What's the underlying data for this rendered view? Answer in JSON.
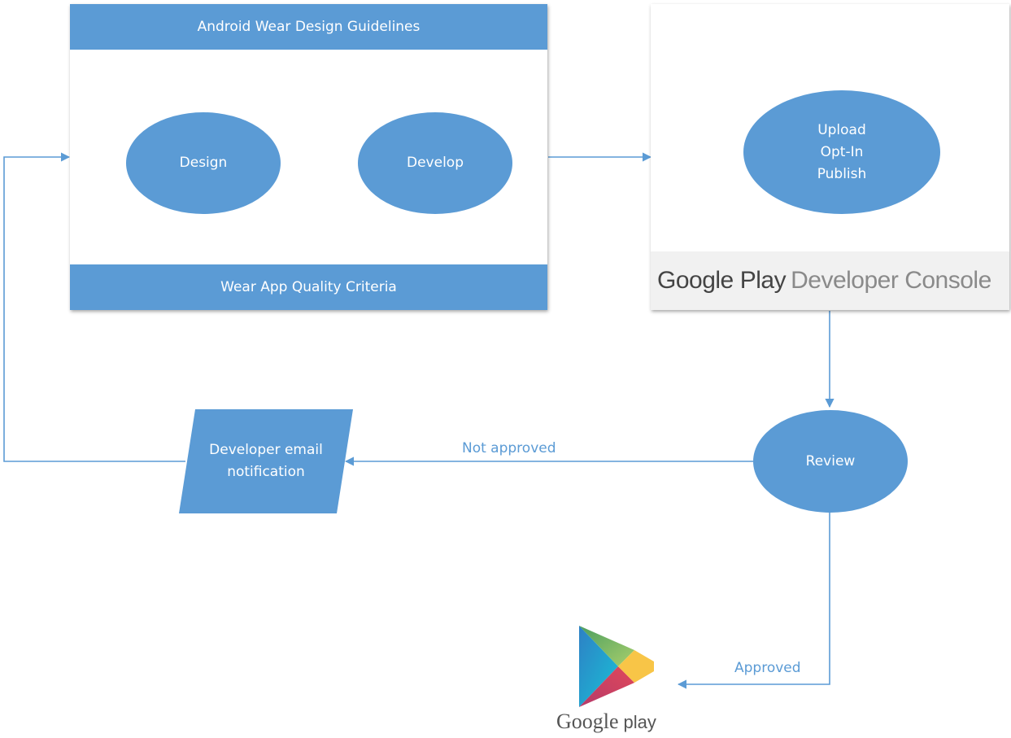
{
  "colors": {
    "shape_fill": "#5b9bd5",
    "connector": "#5b9bd5",
    "console_band": "#f1f1f1"
  },
  "dev_box": {
    "top_band": "Android Wear Design Guidelines",
    "bottom_band": "Wear App Quality Criteria",
    "design": "Design",
    "develop": "Develop"
  },
  "console_box": {
    "lines": [
      "Upload",
      "Opt-In",
      "Publish"
    ],
    "brand_word_1": "Google",
    "brand_word_2": "Play",
    "brand_rest": "Developer Console"
  },
  "review": "Review",
  "notification": [
    "Developer email",
    "notification"
  ],
  "edges": {
    "not_approved": "Not approved",
    "approved": "Approved"
  },
  "play_logo": {
    "word_1": "Google",
    "word_2": "play"
  }
}
